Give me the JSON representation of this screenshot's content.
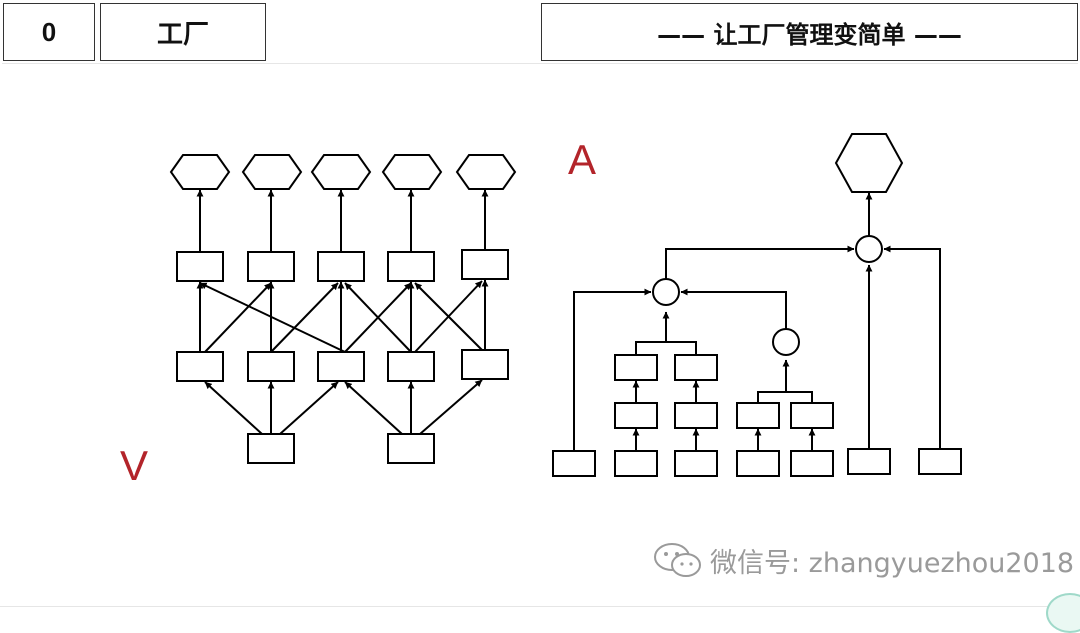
{
  "header": {
    "number": "0",
    "title": "工厂",
    "slogan": "—— 让工厂管理变简单 ——"
  },
  "labels": {
    "left_letter": "V",
    "right_letter": "A"
  },
  "watermark": {
    "icon": "wechat-icon",
    "text": "微信号: zhangyuezhou2018"
  },
  "colors": {
    "letters": "#b3242a",
    "stroke": "#000000",
    "watermark": "#9a9a9a"
  }
}
